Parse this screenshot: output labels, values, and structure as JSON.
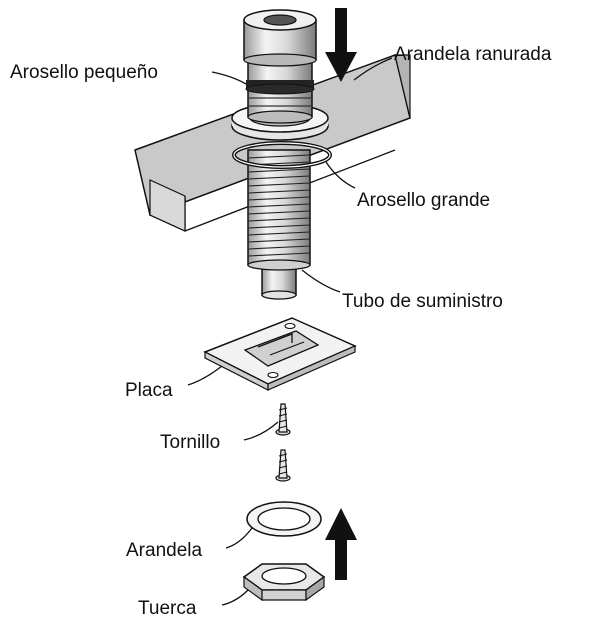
{
  "labels": {
    "small_oring": "Arosello pequeño",
    "grooved_washer": "Arandela ranurada",
    "large_oring": "Arosello grande",
    "supply_tube": "Tubo de suministro",
    "plate": "Placa",
    "screw": "Tornillo",
    "washer": "Arandela",
    "nut": "Tuerca"
  },
  "colors": {
    "line": "#111111",
    "countertop": "#c9c9c9",
    "metal_light": "#f2f2f2",
    "metal_mid": "#d6d6d6",
    "metal_dark": "#8a8a8a",
    "oring": "#222222"
  },
  "arrows": {
    "top": "down-arrow",
    "bottom": "up-arrow"
  }
}
